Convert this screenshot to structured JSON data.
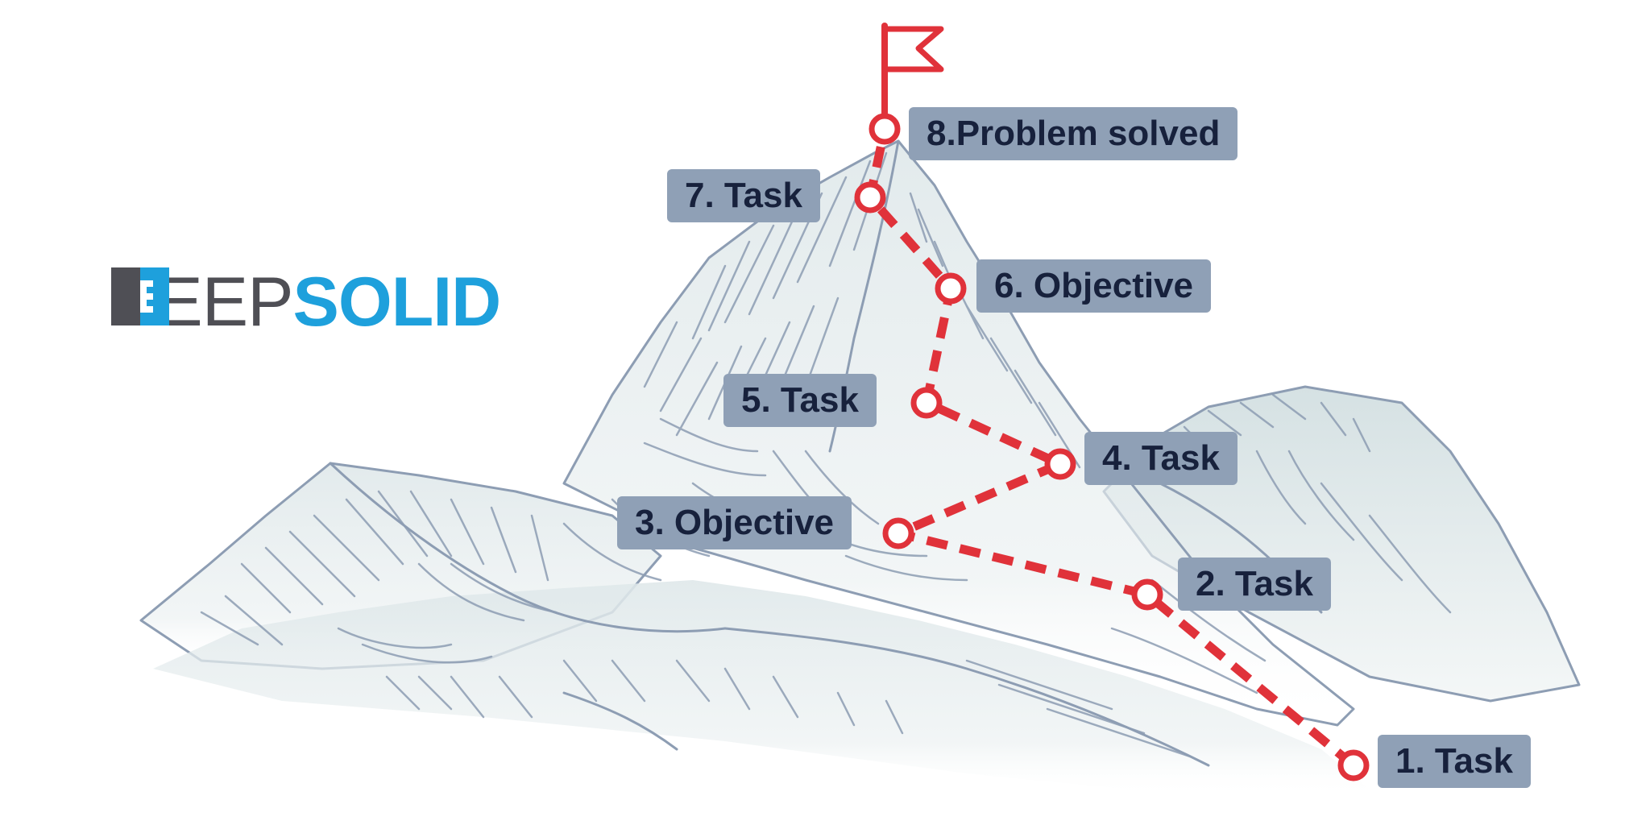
{
  "logo": {
    "word_keep": "KEEP",
    "word_solid": "SOLID",
    "colors": {
      "keep": "#4f4f55",
      "solid": "#1ea0dc",
      "mark_dark": "#4f4f55",
      "mark_blue": "#1ea0dc"
    },
    "icon": "keepsolid-logo-icon"
  },
  "colors": {
    "path": "#e0323a",
    "label_bg": "#8fa0b6",
    "label_text": "#17213c",
    "mountain_line": "#8d9db3",
    "mountain_fill": "#dfe8ea"
  },
  "icons": {
    "flag": "flag-icon",
    "waypoint": "waypoint-circle-icon"
  },
  "steps": [
    {
      "label": "1. Task"
    },
    {
      "label": "2. Task"
    },
    {
      "label": "3. Objective"
    },
    {
      "label": "4. Task"
    },
    {
      "label": "5. Task"
    },
    {
      "label": "6. Objective"
    },
    {
      "label": "7. Task"
    },
    {
      "label": "8.Problem solved"
    }
  ]
}
